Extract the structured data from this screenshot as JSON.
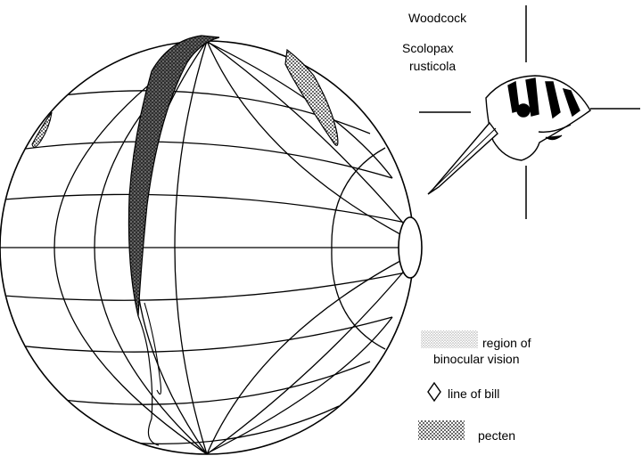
{
  "species": {
    "common_name": "Woodcock",
    "genus": "Scolopax",
    "epithet": "rusticola"
  },
  "legend": {
    "binocular_line1": "region of",
    "binocular_line2": "binocular vision",
    "bill": "line of bill",
    "pecten": "pecten"
  },
  "colors": {
    "ink": "#000000",
    "background": "#ffffff",
    "binocular_fill": "light grey stipple",
    "pecten_fill": "dark dotted stipple"
  },
  "icons": [
    "globe-projection",
    "woodcock-head",
    "diamond-bill-marker"
  ]
}
